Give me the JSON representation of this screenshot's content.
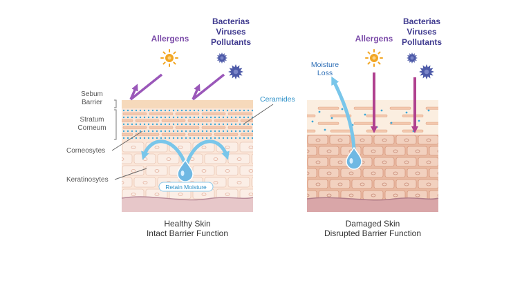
{
  "colors": {
    "allergen_label": "#7a4aa8",
    "microbe_label": "#3f3a8f",
    "moisture_label": "#2f6fb6",
    "ceramide_label": "#2a8fc7",
    "annotation": "#555555",
    "caption": "#333333",
    "arrow_purple": "#9a57b9",
    "arrow_magenta": "#b0418f",
    "arrow_blue": "#79c6ea",
    "sun": "#f2a623",
    "virus": "#4d5aa8",
    "dot": "#3aa7d8",
    "skin_light": "#fbe6d8",
    "skin_damaged": "#e9b9a1",
    "cell_light": "#fbeee6",
    "cell_damaged": "#f2d1bf",
    "sebum": "#f6d9bb"
  },
  "healthy": {
    "top_labels": {
      "allergens": "Allergens",
      "microbes": [
        "Bacterias",
        "Viruses",
        "Pollutants"
      ]
    },
    "layer_labels": {
      "sebum": [
        "Sebum",
        "Barrier"
      ],
      "stratum": [
        "Stratum",
        "Corneum"
      ],
      "corneosytes": "Corneosytes",
      "keratinosytes": "Keratinosytes"
    },
    "ceramides": "Ceramides",
    "retain": "Retain Moisture",
    "caption": [
      "Healthy Skin",
      "Intact Barrier Function"
    ]
  },
  "damaged": {
    "top_labels": {
      "allergens": "Allergens",
      "microbes": [
        "Bacterias",
        "Viruses",
        "Pollutants"
      ]
    },
    "moisture_loss": [
      "Moisture",
      "Loss"
    ],
    "caption": [
      "Damaged Skin",
      "Disrupted Barrier Function"
    ]
  }
}
